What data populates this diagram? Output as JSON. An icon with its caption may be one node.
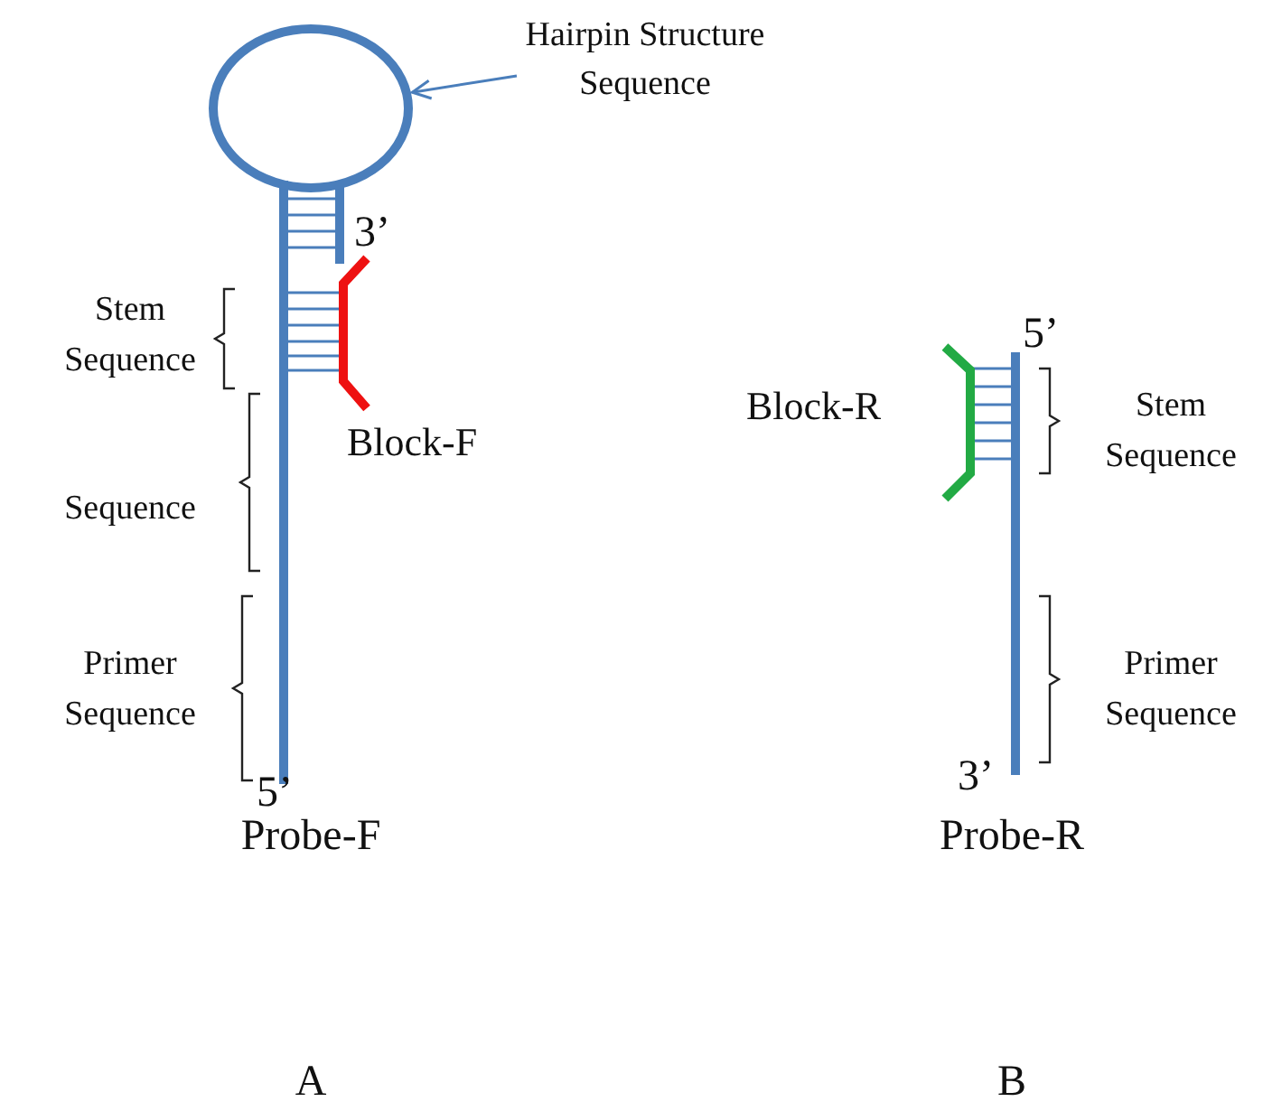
{
  "diagram": {
    "nodes": [
      {
        "text": [
          "Hairpin Structure Sequence"
        ]
      },
      {
        "text": [],
        "shape": "circle"
      }
    ],
    "edges": [
      {
        "from": 0,
        "to": 1,
        "arrow": "to"
      }
    ],
    "labels": [
      "3’",
      "Stem Sequence",
      "Sequence",
      "Block-F",
      "Primer Sequence",
      "5’",
      "Probe-F",
      "5’",
      "Block-R",
      "Stem Sequence",
      "Primer Sequence",
      "3’",
      "Probe-R",
      "A",
      "B"
    ]
  }
}
